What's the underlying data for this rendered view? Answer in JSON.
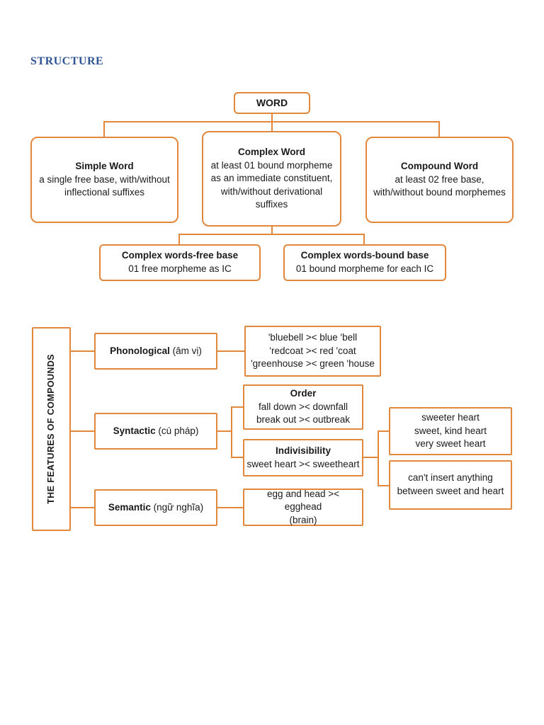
{
  "page": {
    "title": "STRUCTURE"
  },
  "colors": {
    "accent": "#E1883C",
    "title": "#2F5496"
  },
  "word_tree": {
    "root": "WORD",
    "simple": {
      "title": "Simple Word",
      "body": "a single free base, with/without inflectional suffixes"
    },
    "complex": {
      "title": "Complex Word",
      "body": "at least 01 bound morpheme as an immediate constituent, with/without derivational suffixes"
    },
    "compound": {
      "title": "Compound Word",
      "body": "at least 02 free base, with/without bound morphemes"
    },
    "complex_free": {
      "title": "Complex words-free base",
      "body": "01 free morpheme as IC"
    },
    "complex_bound": {
      "title": "Complex words-bound base",
      "body": "01 bound morpheme for each IC"
    }
  },
  "features": {
    "label": "THE FEATURES OF COMPOUNDS",
    "phonological_bold": "Phonological",
    "phonological_normal": " (âm vị)",
    "phonological_examples": [
      "'bluebell >< blue 'bell",
      "'redcoat >< red 'coat",
      "'greenhouse >< green 'house"
    ],
    "syntactic_bold": "Syntactic",
    "syntactic_normal": " (cú pháp)",
    "order_title": "Order",
    "order_lines": [
      "fall down >< downfall",
      "break out >< outbreak"
    ],
    "indivisibility_title": "Indivisibility",
    "indivisibility_line": "sweet heart >< sweetheart",
    "heart_examples": [
      "sweeter heart",
      "sweet, kind heart",
      "very sweet heart"
    ],
    "insert_note": "can't insert anything between sweet and heart",
    "semantic_bold": "Semantic",
    "semantic_normal": " (ngữ nghĩa)",
    "semantic_example_line1": "egg and head >< egghead",
    "semantic_example_line2": "(brain)"
  }
}
